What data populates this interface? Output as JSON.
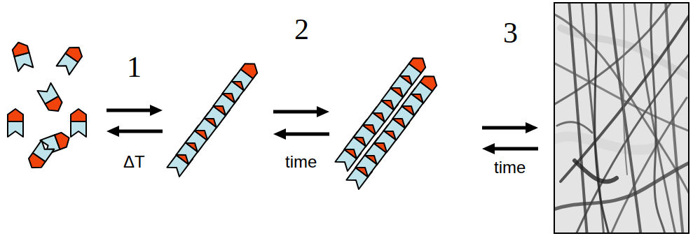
{
  "diagram": {
    "labels": [
      "1",
      "ΔT",
      "2",
      "time",
      "3",
      "time"
    ]
  }
}
